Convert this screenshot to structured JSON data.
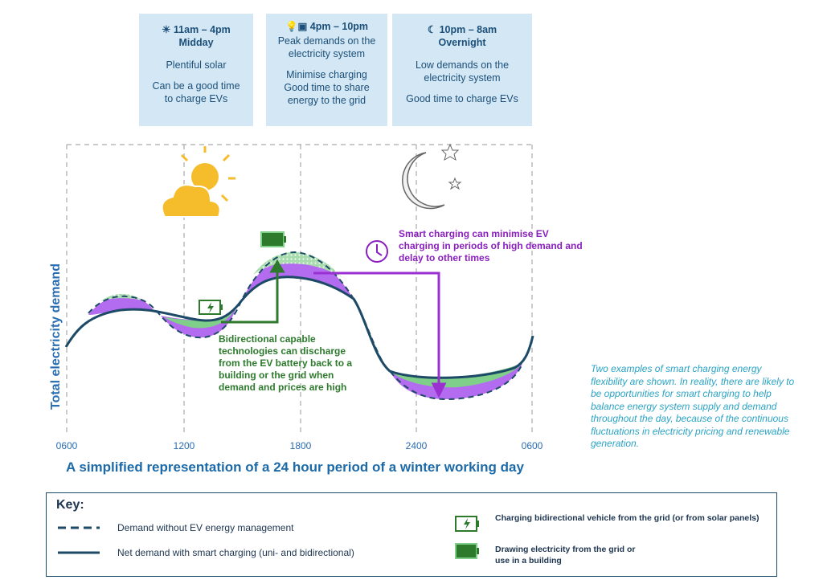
{
  "panels": [
    {
      "icon": "sun-icon",
      "time": "11am – 4pm",
      "period": "Midday",
      "lines": [
        "Plentiful solar",
        "Can be a good time to charge EVs"
      ]
    },
    {
      "icon": "lightbulb-washing-machine-icon",
      "time": "4pm – 10pm",
      "period": "",
      "lines": [
        "Peak demands on the electricity system",
        "Minimise charging Good time to share energy to the grid"
      ]
    },
    {
      "icon": "moon-icon",
      "time": "10pm – 8am",
      "period": "Overnight",
      "lines": [
        "Low demands on the electricity system",
        "Good time to charge EVs"
      ]
    }
  ],
  "chart": {
    "ylabel": "Total electricity demand",
    "xticks": [
      "0600",
      "1200",
      "1800",
      "2400",
      "0600"
    ],
    "title": "A simplified representation of a 24 hour period of a winter working day",
    "green_annotation": "Bidirectional capable technologies can discharge from the EV battery back to a building or the grid when demand and prices are high",
    "purple_annotation": "Smart charging can minimise EV charging in periods of high demand and delay to other times",
    "note": "Two examples of smart charging energy flexibility are shown. In reality, there are likely to be opportunities for smart charging to help balance energy system supply and demand throughout the day, because of the continuous fluctuations in electricity pricing and renewable generation."
  },
  "key": {
    "title": "Key:",
    "items": [
      "Demand without EV energy management",
      "Net demand with smart charging (uni- and bidirectional)",
      "Charging bidirectional vehicle from the grid (or from solar panels)",
      "Drawing electricity from the grid or use in a building"
    ]
  },
  "colors": {
    "purple": "#b36bf0",
    "green": "#7fcf8a",
    "navy": "#1d4a66",
    "panel": "#d3e8f4",
    "teal": "#2aa3c4"
  }
}
